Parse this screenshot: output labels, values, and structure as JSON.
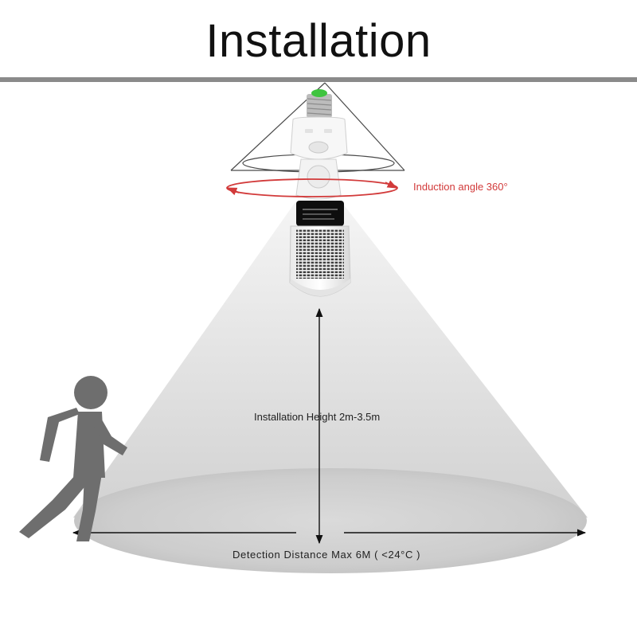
{
  "title": "Installation",
  "labels": {
    "induction_angle": "Induction angle 360°",
    "installation_height": "Installation Height 2m-3.5m",
    "detection_distance": "Detection  Distance  Max  6M  ( <24°C )"
  },
  "icons": {
    "person": "walking-person-icon",
    "bulb": "led-corn-bulb-icon",
    "sensor": "pir-sensor-socket-icon"
  },
  "colors": {
    "title_text": "#111111",
    "ceiling_bar": "#8a8a8a",
    "angle_arrow": "#d23a3a",
    "cone": "#d9d9d9",
    "floor_disk": "#c8c8c8",
    "person": "#6e6e6e",
    "socket_cap": "#3fc43f"
  }
}
